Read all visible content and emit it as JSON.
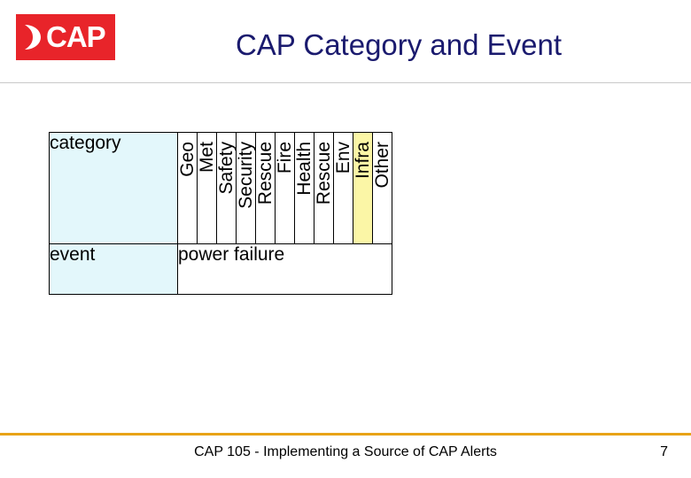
{
  "header": {
    "logo_text": "CAP",
    "logo_icon": "cap-swoosh-icon",
    "title": "CAP Category and Event"
  },
  "table": {
    "category_row_label": "category",
    "event_row_label": "event",
    "categories": [
      {
        "label": "Geo",
        "highlighted": false
      },
      {
        "label": "Met",
        "highlighted": false
      },
      {
        "label": "Safety",
        "highlighted": false
      },
      {
        "label": "Security",
        "highlighted": false
      },
      {
        "label": "Rescue",
        "highlighted": false
      },
      {
        "label": "Fire",
        "highlighted": false
      },
      {
        "label": "Health",
        "highlighted": false
      },
      {
        "label": "Rescue",
        "highlighted": false
      },
      {
        "label": "Env",
        "highlighted": false
      },
      {
        "label": "Infra",
        "highlighted": true
      },
      {
        "label": "Other",
        "highlighted": false
      }
    ],
    "event_value": "power failure"
  },
  "footer": {
    "text": "CAP 105 - Implementing a Source of CAP Alerts",
    "page_number": "7"
  },
  "colors": {
    "logo_red": "#e8242a",
    "title_navy": "#1a1a6e",
    "row_header_fill": "#e3f7fb",
    "highlight_fill": "#fbf6a6",
    "footer_rule": "#e8a317"
  }
}
